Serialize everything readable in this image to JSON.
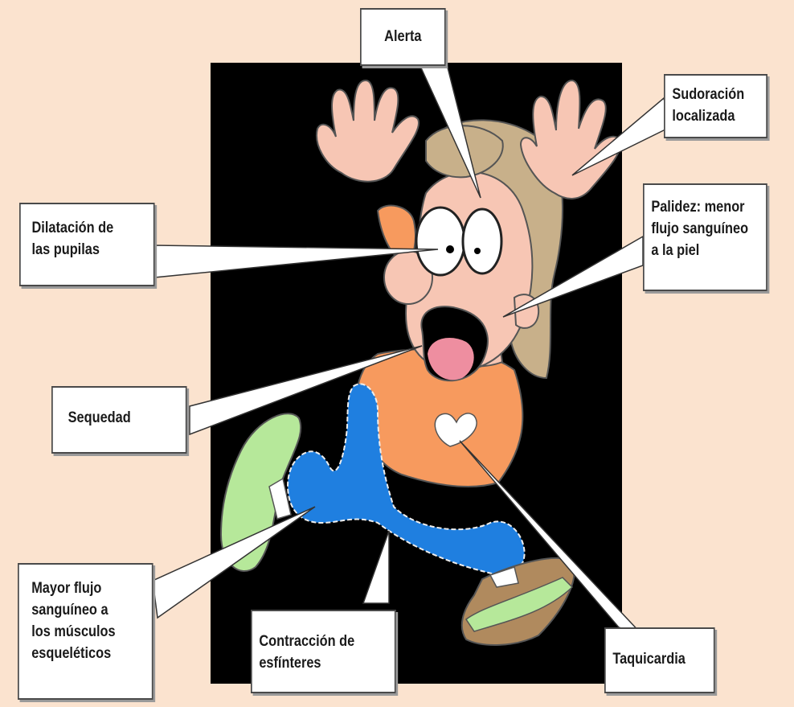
{
  "labels": {
    "alerta": "Alerta",
    "sudoracion": "Sudoración\nlocalizada",
    "dilatacion": "Dilatación de\nlas pupilas",
    "palidez": "Palidez: menor\nflujo sanguíneo\na la piel",
    "sequedad": "Sequedad",
    "mayor_flujo": "Mayor flujo\nsanguíneo a\nlos músculos\nesqueléticos",
    "contraccion": "Contracción de\nesfínteres",
    "taquicardia": "Taquicardia"
  },
  "colors": {
    "page_background": "#fbe3cf",
    "panel": "#000000",
    "skin": "#f7c6b4",
    "hair": "#c8b08a",
    "shirt": "#f79a5e",
    "pants": "#1f7fe0",
    "shoe_green": "#b6e89a",
    "shoe_brown": "#b08a5e",
    "heart": "#ffffff"
  }
}
